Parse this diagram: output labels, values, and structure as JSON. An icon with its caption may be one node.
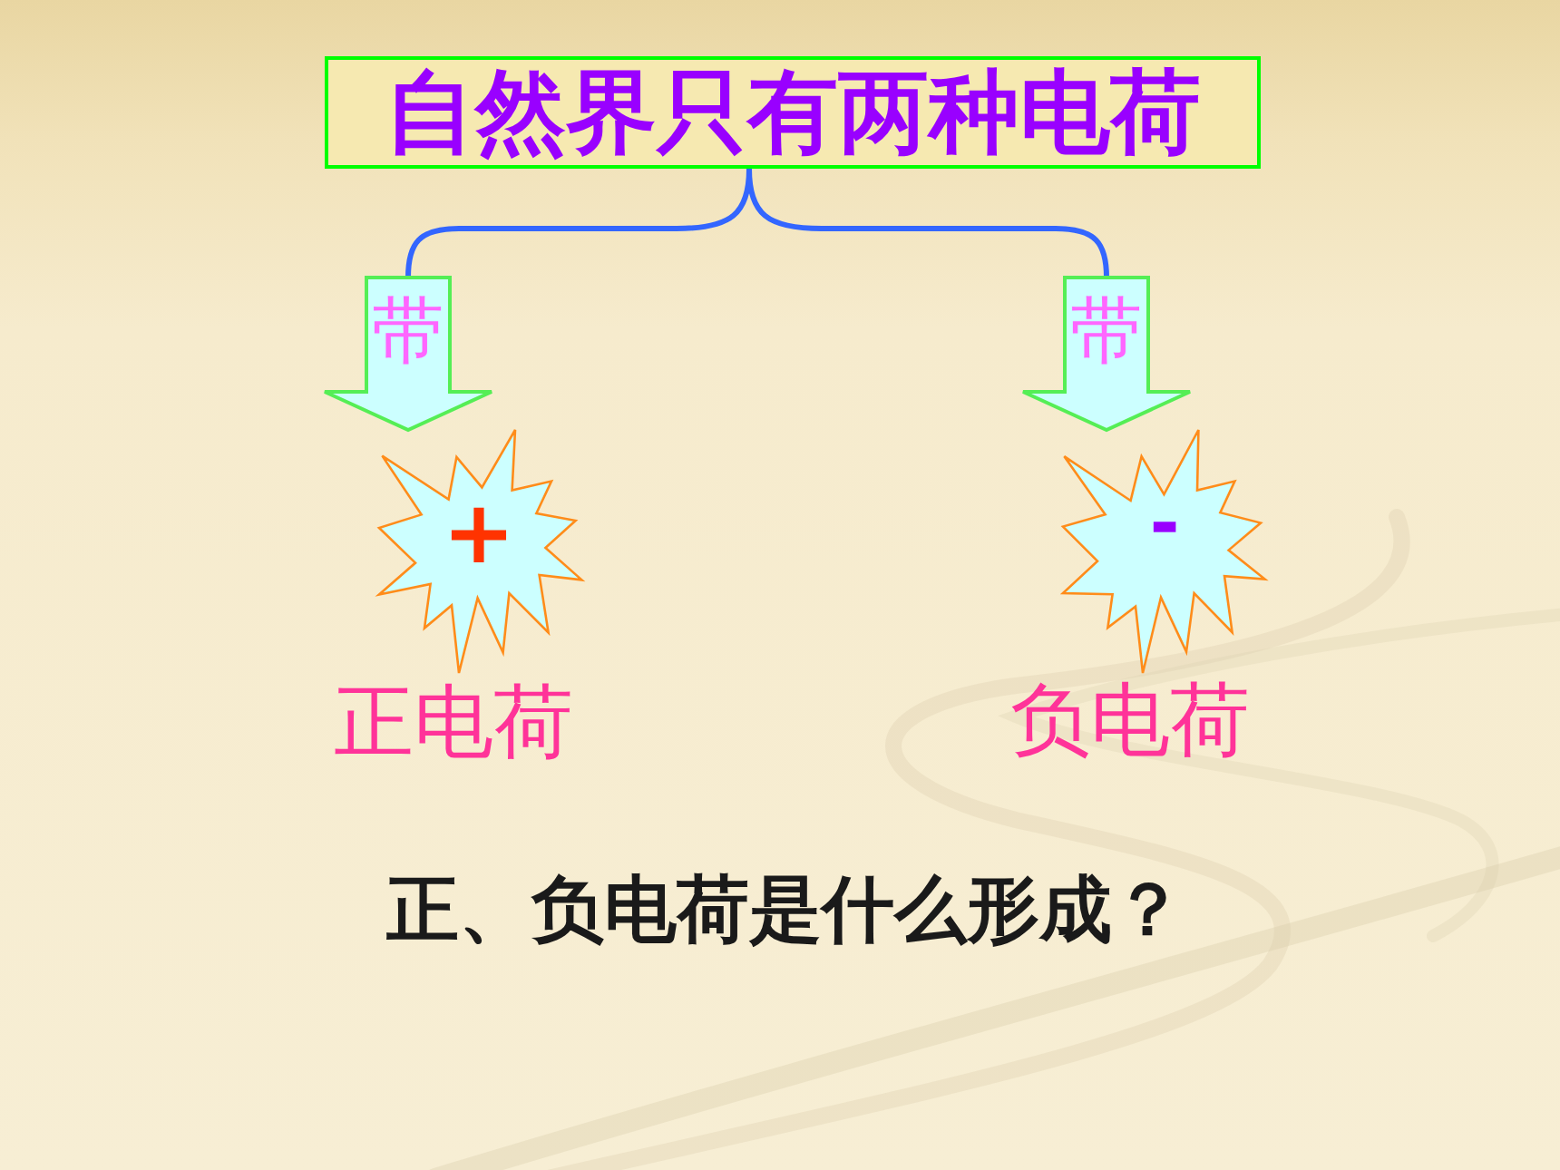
{
  "diagram": {
    "nodes": [
      {
        "text": [
          "自然界只有两种电荷"
        ]
      },
      {
        "text": [
          "+"
        ],
        "beside": [
          "正电荷"
        ]
      },
      {
        "text": [
          "-"
        ],
        "beside": [
          "负电荷"
        ]
      }
    ],
    "edges": [
      {
        "from": 0,
        "to": 1,
        "arrow": "to",
        "label": "带"
      },
      {
        "from": 0,
        "to": 2,
        "arrow": "to",
        "label": "带"
      }
    ],
    "labels": [
      "正、负电荷是什么形成？"
    ]
  }
}
